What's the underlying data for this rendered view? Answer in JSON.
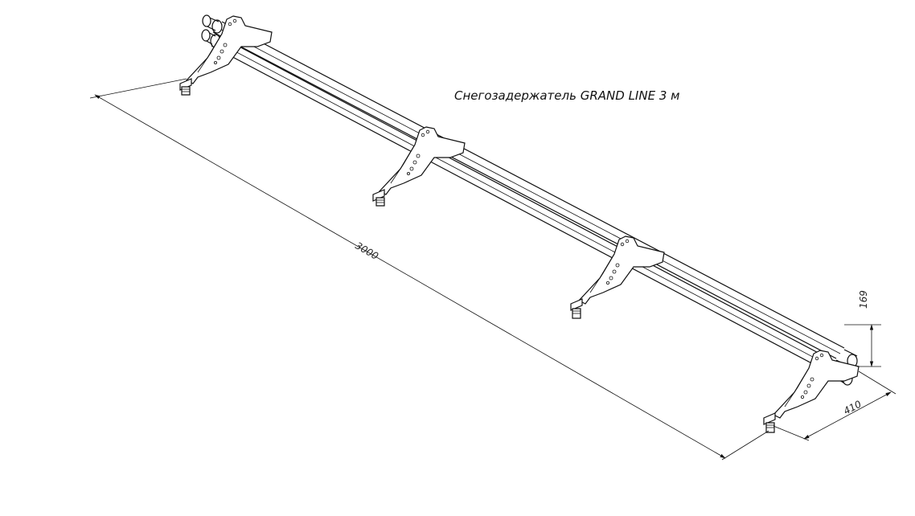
{
  "title": "Снегозадержатель GRAND LINE 3 м",
  "dimensions": {
    "length": "3000",
    "height": "169",
    "depth": "410"
  }
}
